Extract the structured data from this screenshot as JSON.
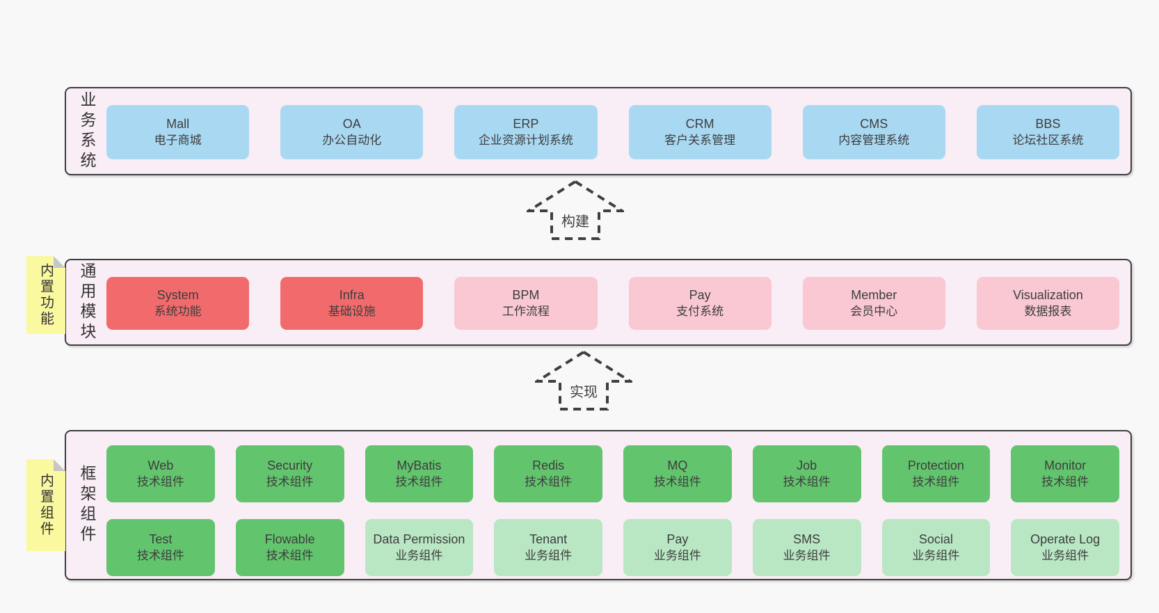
{
  "colors": {
    "page_bg": "#f8f8f8",
    "band_bg": "#f9edf6",
    "band_border": "#3d3d3d",
    "blue": "#a9d9f2",
    "red": "#f16b6c",
    "pink": "#f9c8d2",
    "green": "#63c46e",
    "lightgreen": "#b9e7c4",
    "sticky_yellow": "#fbf99f"
  },
  "bands": [
    {
      "id": "business-systems",
      "label": "业务系统",
      "boxes": [
        {
          "en": "Mall",
          "zh": "电子商城",
          "variant": "blue"
        },
        {
          "en": "OA",
          "zh": "办公自动化",
          "variant": "blue"
        },
        {
          "en": "ERP",
          "zh": "企业资源计划系统",
          "variant": "blue"
        },
        {
          "en": "CRM",
          "zh": "客户关系管理",
          "variant": "blue"
        },
        {
          "en": "CMS",
          "zh": "内容管理系统",
          "variant": "blue"
        },
        {
          "en": "BBS",
          "zh": "论坛社区系统",
          "variant": "blue"
        }
      ]
    },
    {
      "id": "common-modules",
      "label": "通用模块",
      "sticky": "内置功能",
      "boxes": [
        {
          "en": "System",
          "zh": "系统功能",
          "variant": "red"
        },
        {
          "en": "Infra",
          "zh": "基础设施",
          "variant": "red"
        },
        {
          "en": "BPM",
          "zh": "工作流程",
          "variant": "pink"
        },
        {
          "en": "Pay",
          "zh": "支付系统",
          "variant": "pink"
        },
        {
          "en": "Member",
          "zh": "会员中心",
          "variant": "pink"
        },
        {
          "en": "Visualization",
          "zh": "数据报表",
          "variant": "pink"
        }
      ]
    },
    {
      "id": "framework-components",
      "label": "框架组件",
      "sticky": "内置组件",
      "rows": [
        [
          {
            "en": "Web",
            "zh": "技术组件",
            "variant": "green"
          },
          {
            "en": "Security",
            "zh": "技术组件",
            "variant": "green"
          },
          {
            "en": "MyBatis",
            "zh": "技术组件",
            "variant": "green"
          },
          {
            "en": "Redis",
            "zh": "技术组件",
            "variant": "green"
          },
          {
            "en": "MQ",
            "zh": "技术组件",
            "variant": "green"
          },
          {
            "en": "Job",
            "zh": "技术组件",
            "variant": "green"
          },
          {
            "en": "Protection",
            "zh": "技术组件",
            "variant": "green"
          },
          {
            "en": "Monitor",
            "zh": "技术组件",
            "variant": "green"
          }
        ],
        [
          {
            "en": "Test",
            "zh": "技术组件",
            "variant": "green"
          },
          {
            "en": "Flowable",
            "zh": "技术组件",
            "variant": "green"
          },
          {
            "en": "Data Permission",
            "zh": "业务组件",
            "variant": "lightgreen"
          },
          {
            "en": "Tenant",
            "zh": "业务组件",
            "variant": "lightgreen"
          },
          {
            "en": "Pay",
            "zh": "业务组件",
            "variant": "lightgreen"
          },
          {
            "en": "SMS",
            "zh": "业务组件",
            "variant": "lightgreen"
          },
          {
            "en": "Social",
            "zh": "业务组件",
            "variant": "lightgreen"
          },
          {
            "en": "Operate Log",
            "zh": "业务组件",
            "variant": "lightgreen"
          }
        ]
      ]
    }
  ],
  "arrows": [
    {
      "label": "构建"
    },
    {
      "label": "实现"
    }
  ]
}
